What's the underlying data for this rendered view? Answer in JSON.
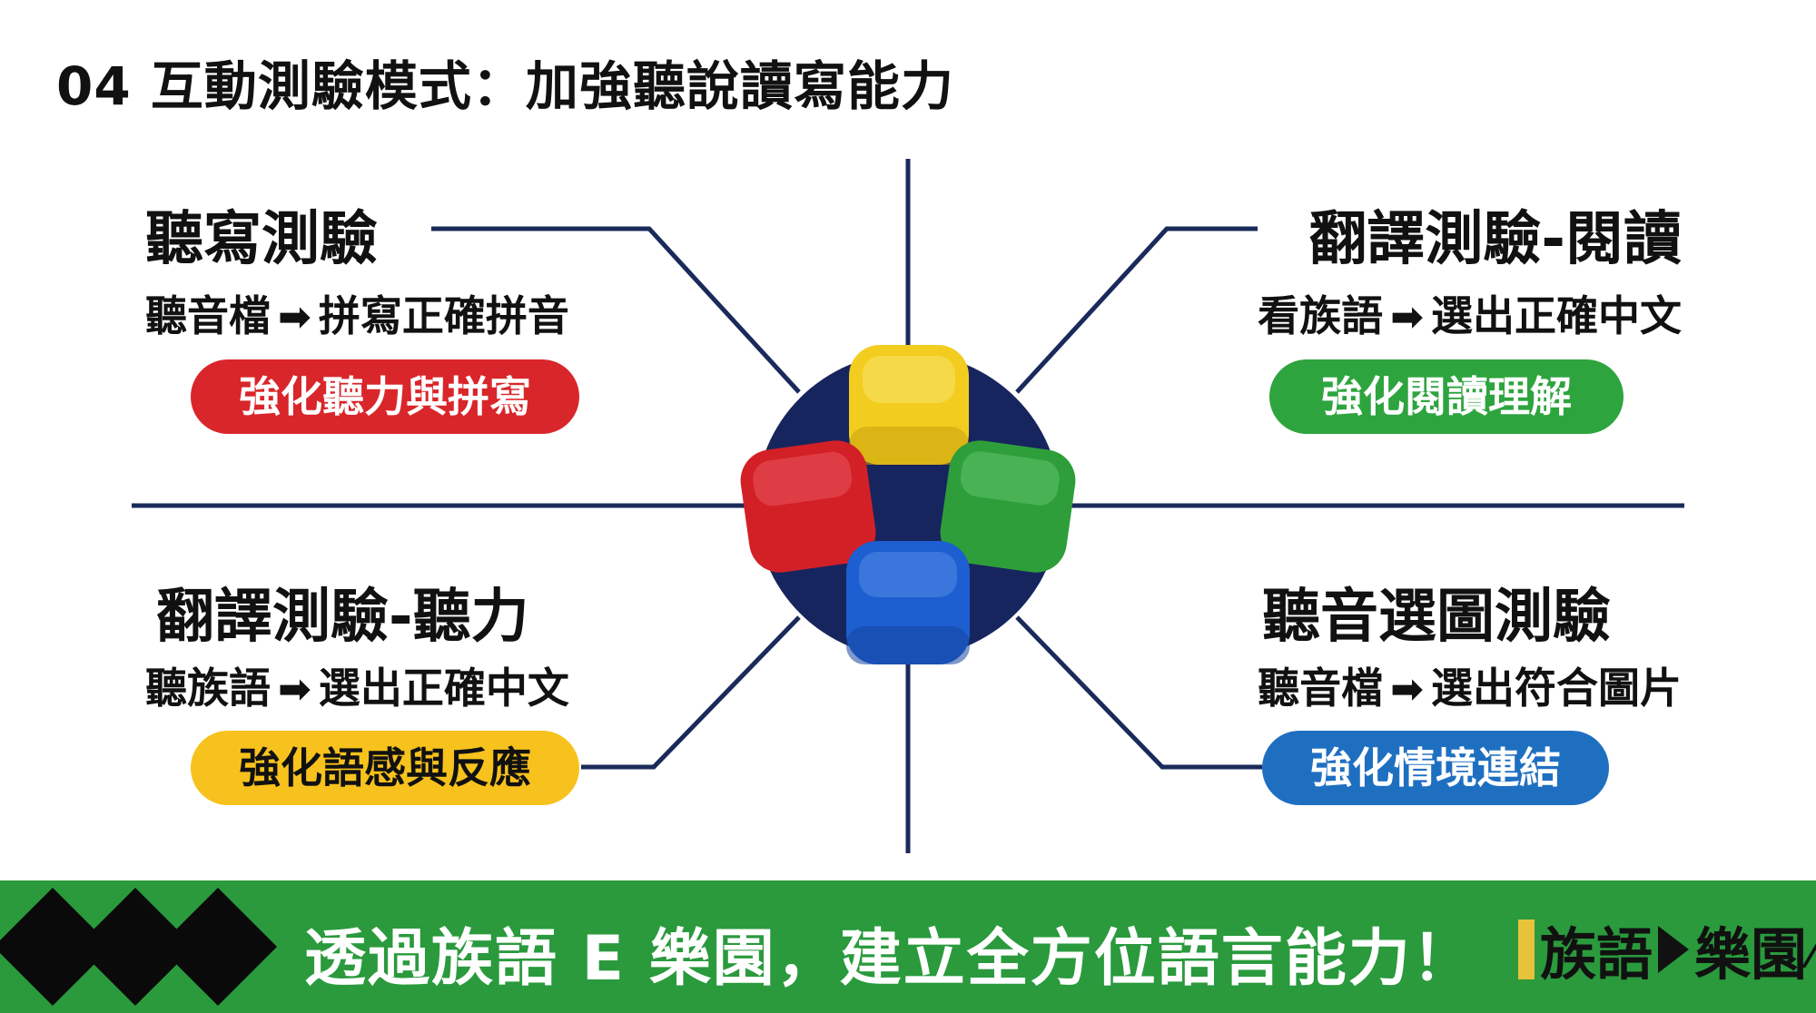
{
  "title": "04 互動測驗模式：加強聽說讀寫能力",
  "quadrants": {
    "top_left": {
      "heading": "聽寫測驗",
      "input": "聽音檔",
      "output": "拼寫正確拼音",
      "badge": "強化聽力與拼寫",
      "badge_color": "#d9262b"
    },
    "top_right": {
      "heading": "翻譯測驗-閱讀",
      "input": "看族語",
      "output": "選出正確中文",
      "badge": "強化閱讀理解",
      "badge_color": "#2ea43e"
    },
    "bottom_left": {
      "heading": "翻譯測驗-聽力",
      "input": "聽族語",
      "output": "選出正確中文",
      "badge": "強化語感與反應",
      "badge_color": "#f7c21d"
    },
    "bottom_right": {
      "heading": "聽音選圖測驗",
      "input": "聽音檔",
      "output": "選出符合圖片",
      "badge": "強化情境連結",
      "badge_color": "#1f6fc1"
    }
  },
  "arrow_icon": "right-arrow-icon",
  "colors": {
    "line": "#1a2a5a",
    "circle": "#17255e",
    "cube_yellow": "#f2cd1f",
    "cube_red": "#d32027",
    "cube_green": "#2e9e3a",
    "cube_blue": "#1d5fd1",
    "banner": "#2a9a3d"
  },
  "banner": {
    "text": "透過族語 E 樂園，建立全方位語言能力！"
  },
  "logo": {
    "text_left": "族語",
    "text_right": "樂園"
  }
}
